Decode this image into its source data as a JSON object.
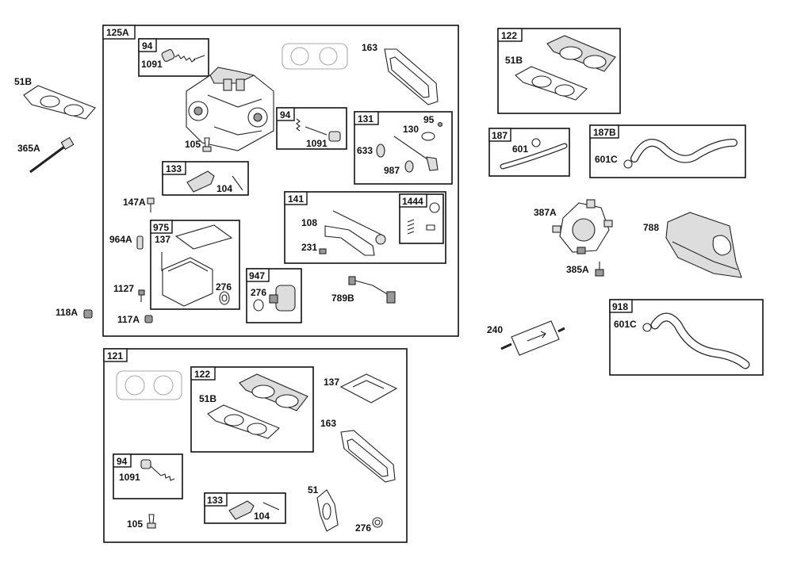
{
  "groups": {
    "g125A": "125A",
    "g94a": "94",
    "g94b": "94",
    "g131": "131",
    "g133a": "133",
    "g141": "141",
    "g1444": "1444",
    "g975": "975",
    "g947": "947",
    "g122a": "122",
    "g187": "187",
    "g187B": "187B",
    "g918": "918",
    "g121": "121",
    "g122b": "122",
    "g94c": "94",
    "g133b": "133"
  },
  "labels": {
    "l51B_left": "51B",
    "l365A": "365A",
    "l118A": "118A",
    "l1091_a": "1091",
    "l163_a": "163",
    "l105_a": "105",
    "l1091_b": "1091",
    "l95": "95",
    "l130": "130",
    "l633": "633",
    "l987": "987",
    "l104_a": "104",
    "l147A": "147A",
    "l108": "108",
    "l231": "231",
    "l964A": "964A",
    "l137_a": "137",
    "l1127": "1127",
    "l276_a": "276",
    "l276_b": "276",
    "l117A": "117A",
    "l789B": "789B",
    "l51B_a": "51B",
    "l601": "601",
    "l601C_a": "601C",
    "l387A": "387A",
    "l788": "788",
    "l385A": "385A",
    "l240": "240",
    "l601C_b": "601C",
    "l137_b": "137",
    "l51B_b": "51B",
    "l163_b": "163",
    "l1091_c": "1091",
    "l51": "51",
    "l104_b": "104",
    "l105_b": "105",
    "l276_c": "276"
  }
}
